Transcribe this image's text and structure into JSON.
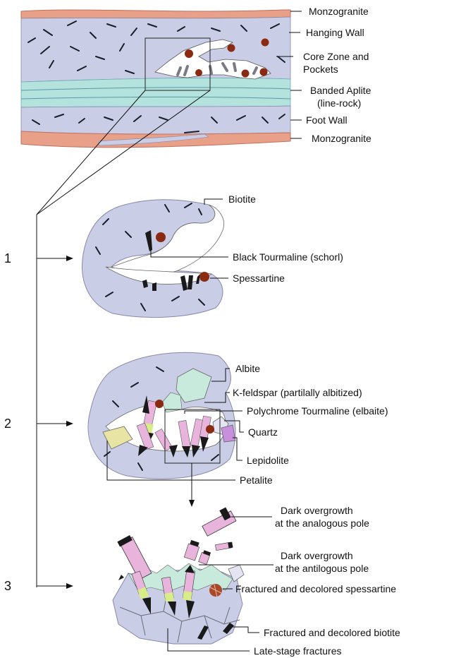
{
  "top_section": {
    "labels": {
      "monzogranite_top": "Monzogranite",
      "hanging_wall": "Hanging Wall",
      "core_zone_line1": "Core Zone and",
      "core_zone_line2": "Pockets",
      "banded_aplite_line1": "Banded Aplite",
      "banded_aplite_line2": "(line-rock)",
      "foot_wall": "Foot Wall",
      "monzogranite_bottom": "Monzogranite"
    }
  },
  "stage_1": {
    "number": "1",
    "labels": {
      "biotite": "Biotite",
      "black_tourmaline": "Black Tourmaline (schorl)",
      "spessartine": "Spessartine"
    }
  },
  "stage_2": {
    "number": "2",
    "labels": {
      "albite": "Albite",
      "k_feldspar": "K-feldspar (partilally albitized)",
      "polychrome_tourmaline": "Polychrome Tourmaline (elbaite)",
      "quartz": "Quartz",
      "lepidolite": "Lepidolite",
      "petalite": "Petalite"
    }
  },
  "stage_3": {
    "number": "3",
    "labels": {
      "dark_overgrowth_analogous_line1": "Dark overgrowth",
      "dark_overgrowth_analogous_line2": "at the analogous pole",
      "dark_overgrowth_antilogous_line1": "Dark overgrowth",
      "dark_overgrowth_antilogous_line2": "at the antilogous pole",
      "fractured_spessartine": "Fractured and decolored spessartine",
      "fractured_biotite": "Fractured and decolored biotite",
      "late_stage_fractures": "Late-stage fractures"
    }
  },
  "colors": {
    "granite": "#e8a088",
    "wall_fill": "#c9cde6",
    "aplite": "#b4e2dc",
    "garnet": "#8a2a12",
    "tourmaline_pink": "#e8b4dc",
    "tourmaline_green": "#d8ec8a",
    "tourmaline_black": "#1a1a1a",
    "albite": "#c8eadc",
    "lepidolite": "#c890dc",
    "petalite": "#e8e4a4",
    "quartz": "#e4e4f2",
    "biotite": "#1c1c2a"
  }
}
